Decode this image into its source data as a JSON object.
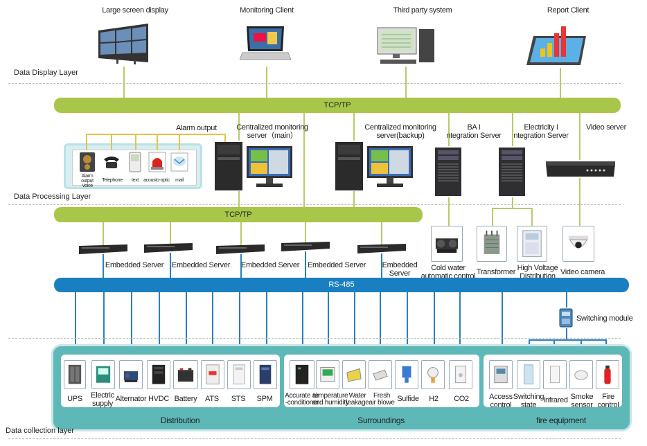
{
  "top_clients": [
    {
      "label": "Large screen display",
      "icon": "video-wall-icon"
    },
    {
      "label": "Monitoring Client",
      "icon": "laptop-icon"
    },
    {
      "label": "Third party system",
      "icon": "desktop-computer-icon"
    },
    {
      "label": "Report Client",
      "icon": "tablet-chart-icon"
    }
  ],
  "layers": {
    "display": "Data Display Layer",
    "processing": "Data Processing Layer",
    "collection": "Data collection layer"
  },
  "buses": {
    "top": "TCP/TP",
    "middle": "TCP/TP",
    "rs485": "RS-485"
  },
  "servers": {
    "alarm_output": "Alarm output",
    "main": "Centralized monitoring\nserver（main）",
    "backup": "Centralized monitoring\nserver(backup)",
    "ba": "BA I\nntegration Server",
    "electricity": "Electricity I\nntegration Server",
    "video": "Video server"
  },
  "alarm_items": [
    {
      "label": "Alarm output\nVoice",
      "icon": "speaker-icon"
    },
    {
      "label": "Telephone",
      "icon": "telephone-icon"
    },
    {
      "label": "text",
      "icon": "phone-text-icon"
    },
    {
      "label": "acousto-optic",
      "icon": "siren-icon"
    },
    {
      "label": "mail",
      "icon": "mail-icon"
    }
  ],
  "embedded": [
    "Embedded Server",
    "Embedded Server",
    "Embedded Server",
    "Embedded Server",
    "Embedded\nServer"
  ],
  "field_devices": [
    {
      "label": "Cold water\nautomatic control",
      "icon": "chiller-icon"
    },
    {
      "label": "Transformer",
      "icon": "transformer-icon"
    },
    {
      "label": "High Voltage\nDistribution",
      "icon": "hv-cabinet-icon"
    },
    {
      "label": "Video camera",
      "icon": "dome-camera-icon"
    }
  ],
  "switching_module": "Switching module",
  "groups": {
    "distribution": {
      "title": "Distribution",
      "items": [
        "UPS",
        "Electric\nsupply",
        "Alternator",
        "HVDC",
        "Battery",
        "ATS",
        "STS",
        "SPM"
      ]
    },
    "surroundings": {
      "title": "Surroundings",
      "items": [
        "Accurate air\n-conditioner",
        "temperature\nand humidity",
        "Water\nleakage",
        "Fresh\nair blowe",
        "Sulfide",
        "H2",
        "CO2"
      ]
    },
    "fire": {
      "title": "fire equipment",
      "items": [
        "Access\ncontrol",
        "Switching\nstate",
        "Infrared",
        "Smoke\nsensor",
        "Fire\ncontrol"
      ]
    }
  },
  "colors": {
    "green_bus": "#a8c64a",
    "blue_bus": "#1a7fc1",
    "panel": "#5fb8b8"
  }
}
